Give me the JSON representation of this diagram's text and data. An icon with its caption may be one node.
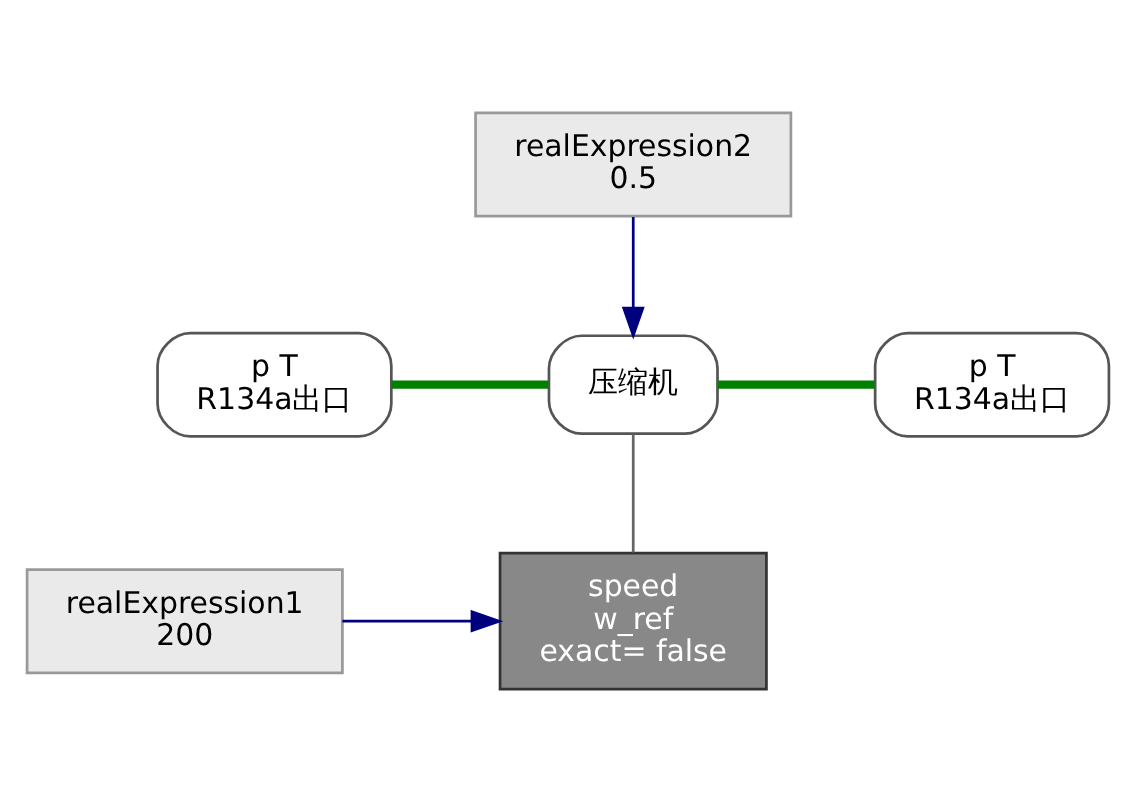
{
  "diagram": {
    "nodes": [
      {
        "text": [
          "realExpression2",
          "0.5"
        ]
      },
      {
        "text": [
          "p T",
          "R134a出口"
        ]
      },
      {
        "text": [
          "压缩机"
        ]
      },
      {
        "text": [
          "p T",
          "R134a出口"
        ]
      },
      {
        "text": [
          "realExpression1",
          "200"
        ]
      },
      {
        "text": [
          "speed",
          "w_ref",
          "exact= false"
        ]
      }
    ],
    "edges": [
      {
        "from": 0,
        "to": 2,
        "arrow": "to",
        "color": "#00007f"
      },
      {
        "from": 1,
        "to": 2,
        "arrow": "none",
        "style": "thick",
        "color": "#008000"
      },
      {
        "from": 2,
        "to": 3,
        "arrow": "none",
        "style": "thick",
        "color": "#008000"
      },
      {
        "from": 4,
        "to": 5,
        "arrow": "to",
        "color": "#00007f"
      },
      {
        "from": 2,
        "to": 5,
        "arrow": "none",
        "color": "#666666"
      }
    ]
  }
}
